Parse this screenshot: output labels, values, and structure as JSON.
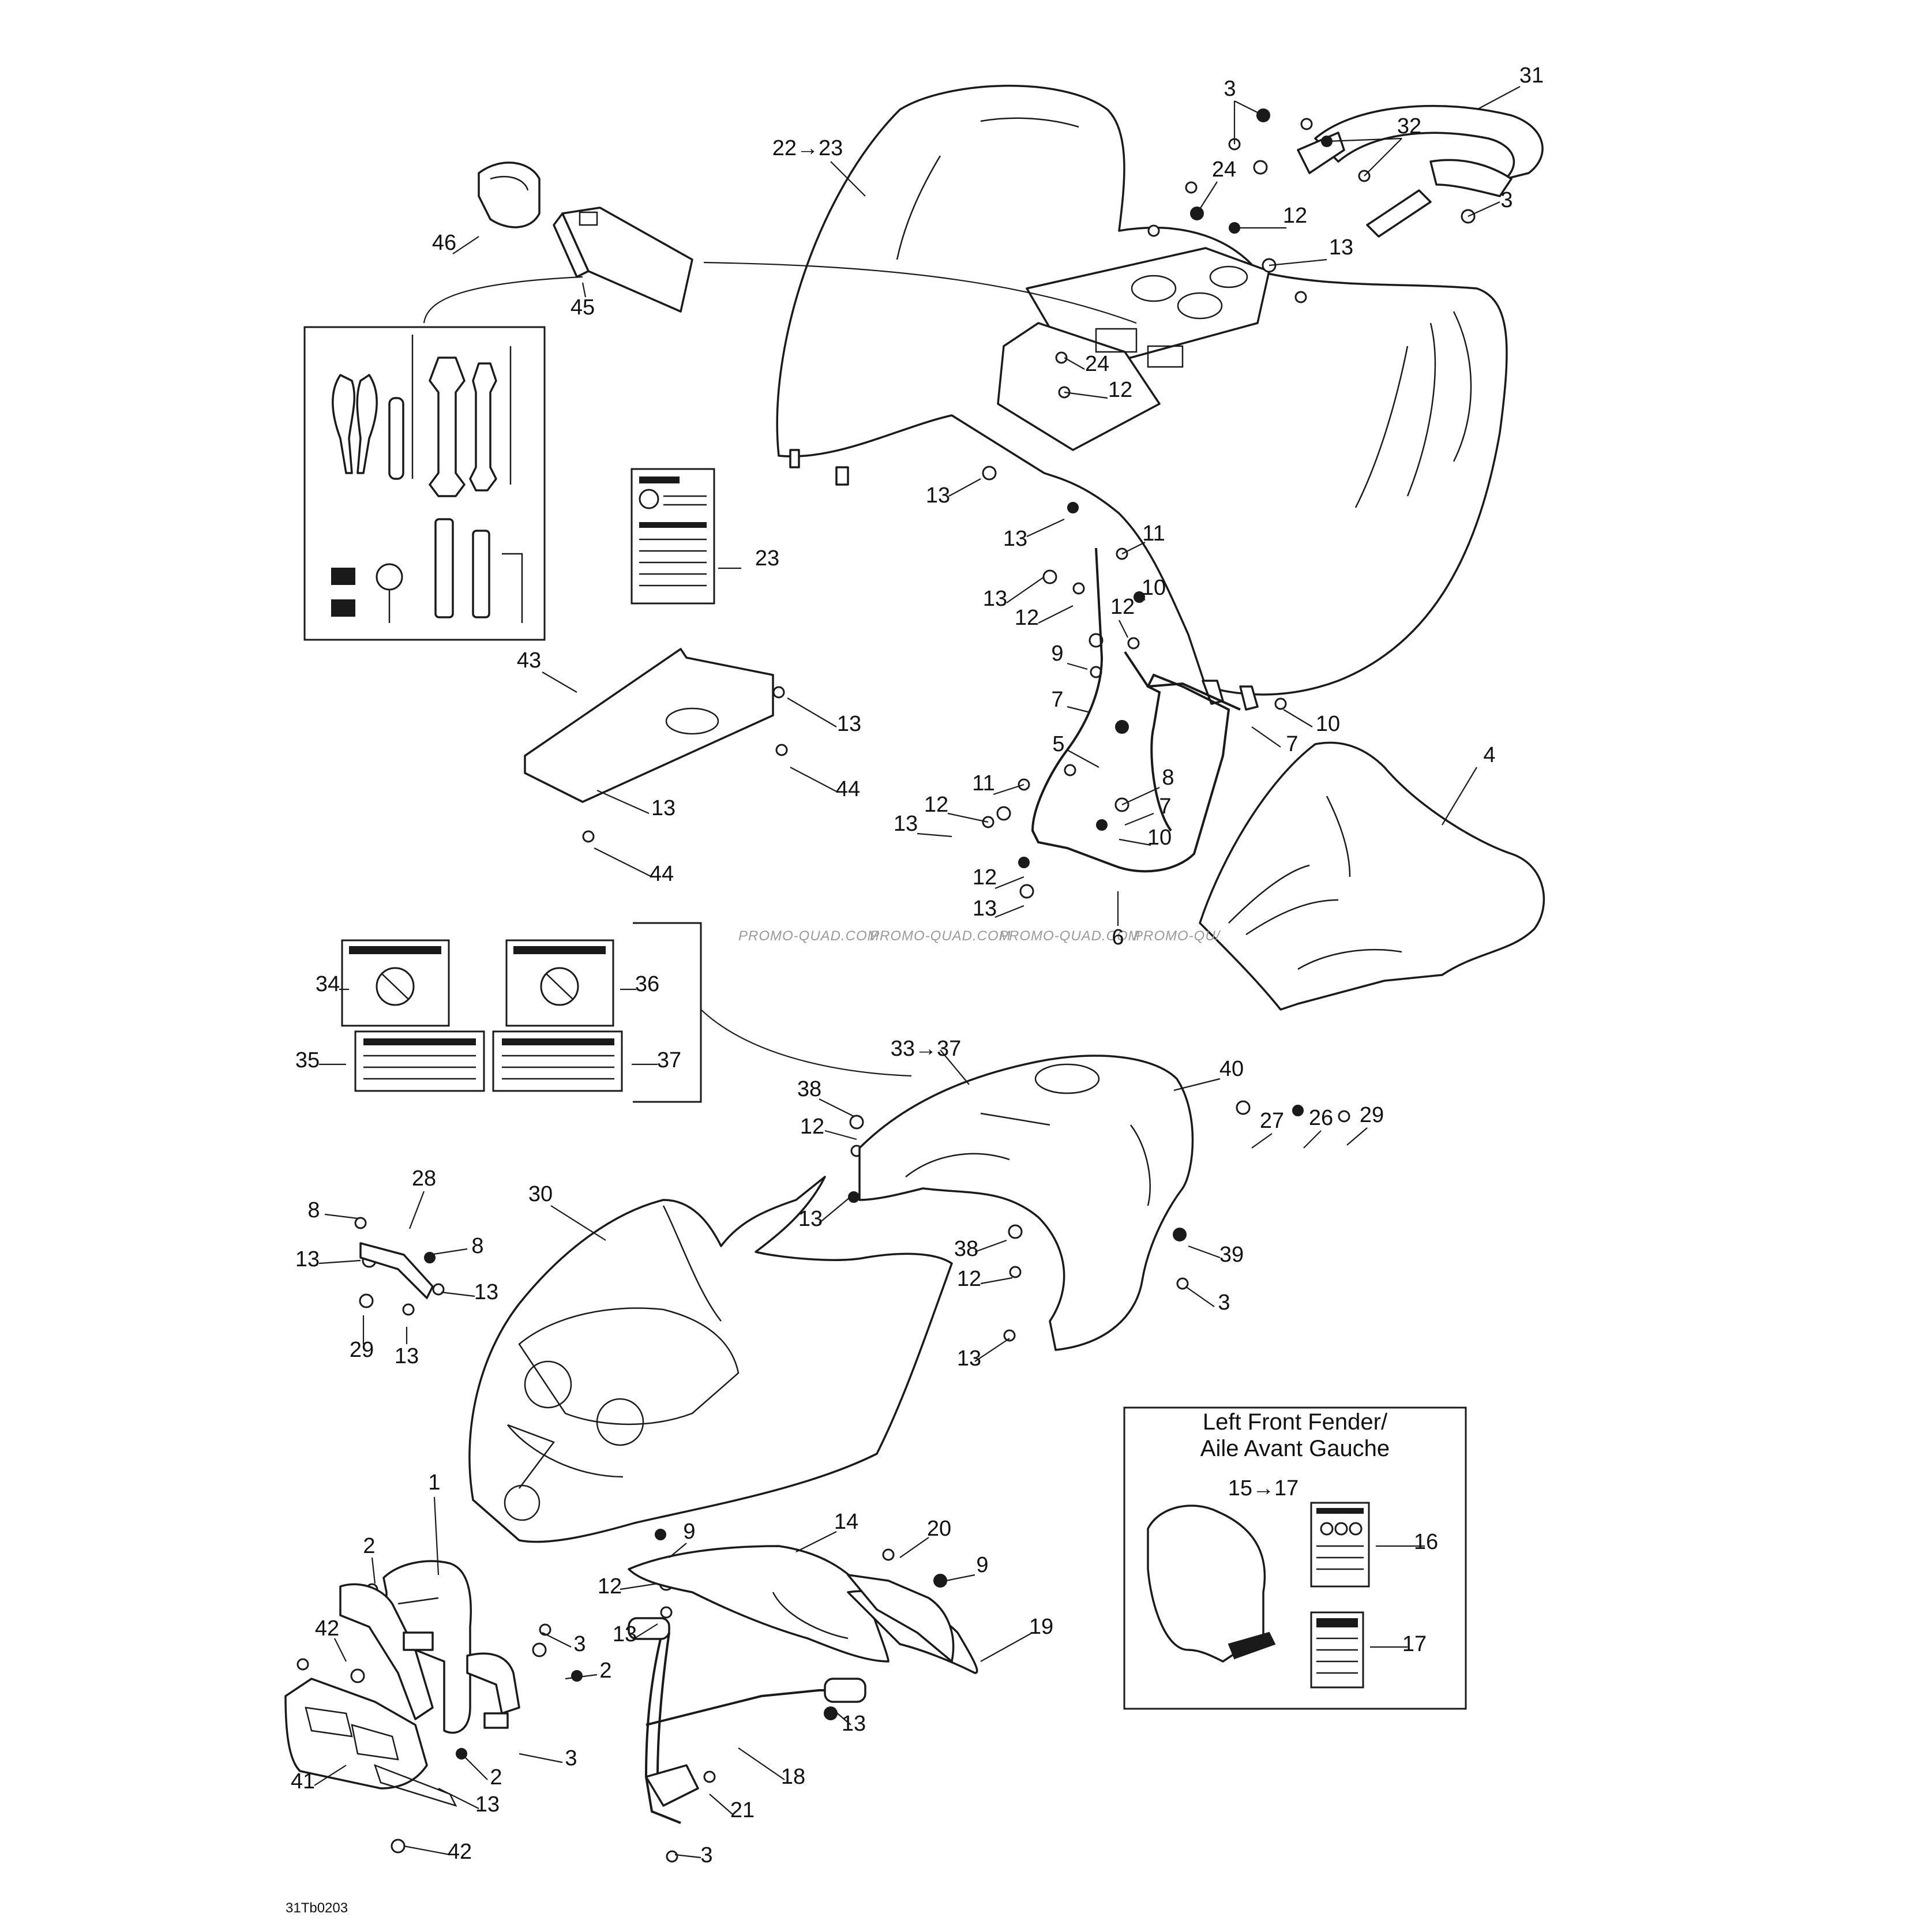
{
  "diagram_code": "31Tb0203",
  "inset": {
    "line1": "Left Front Fender/",
    "line2": "Aile Avant Gauche"
  },
  "watermark": "PROMO-QUAD.COM",
  "watermark_partial": "PROMO-QU/",
  "callouts": {
    "c31": "31",
    "c3a": "3",
    "c32": "32",
    "c3b": "3",
    "c22_23": "22→23",
    "c24a": "24",
    "c12a": "12",
    "c13a": "13",
    "c46": "46",
    "c45": "45",
    "c24b": "24",
    "c12b": "12",
    "c13b": "13",
    "c13c": "13",
    "c23": "23",
    "c11a": "11",
    "c13d": "13",
    "c10a": "10",
    "c12c": "12",
    "c12d": "12",
    "c9a": "9",
    "c43": "43",
    "c13e": "13",
    "c7a": "7",
    "c10b": "10",
    "c7b": "7",
    "c5": "5",
    "c4": "4",
    "c44a": "44",
    "c13f": "13",
    "c11b": "11",
    "c8a": "8",
    "c12e": "12",
    "c7c": "7",
    "c13g": "13",
    "c10c": "10",
    "c44b": "44",
    "c12f": "12",
    "c13h": "13",
    "c6": "6",
    "c34": "34",
    "c36": "36",
    "c35": "35",
    "c37": "37",
    "c33_37": "33→37",
    "c40": "40",
    "c38a": "38",
    "c12g": "12",
    "c27": "27",
    "c26": "26",
    "c29a": "29",
    "c28": "28",
    "c30": "30",
    "c8b": "8",
    "c13i": "13",
    "c8c": "8",
    "c13j": "13",
    "c13k": "13",
    "c39": "39",
    "c38b": "38",
    "c12h": "12",
    "c3c": "3",
    "c29b": "29",
    "c13l": "13",
    "c13m": "13",
    "c15_17": "15→17",
    "c16": "16",
    "c17": "17",
    "c1": "1",
    "c14": "14",
    "c9b": "9",
    "c20": "20",
    "c2a": "2",
    "c12i": "12",
    "c9c": "9",
    "c42a": "42",
    "c3d": "3",
    "c13n": "13",
    "c19": "19",
    "c2b": "2",
    "c13o": "13",
    "c3e": "3",
    "c41": "41",
    "c2c": "2",
    "c13p": "13",
    "c18": "18",
    "c21": "21",
    "c42b": "42",
    "c3f": "3"
  }
}
